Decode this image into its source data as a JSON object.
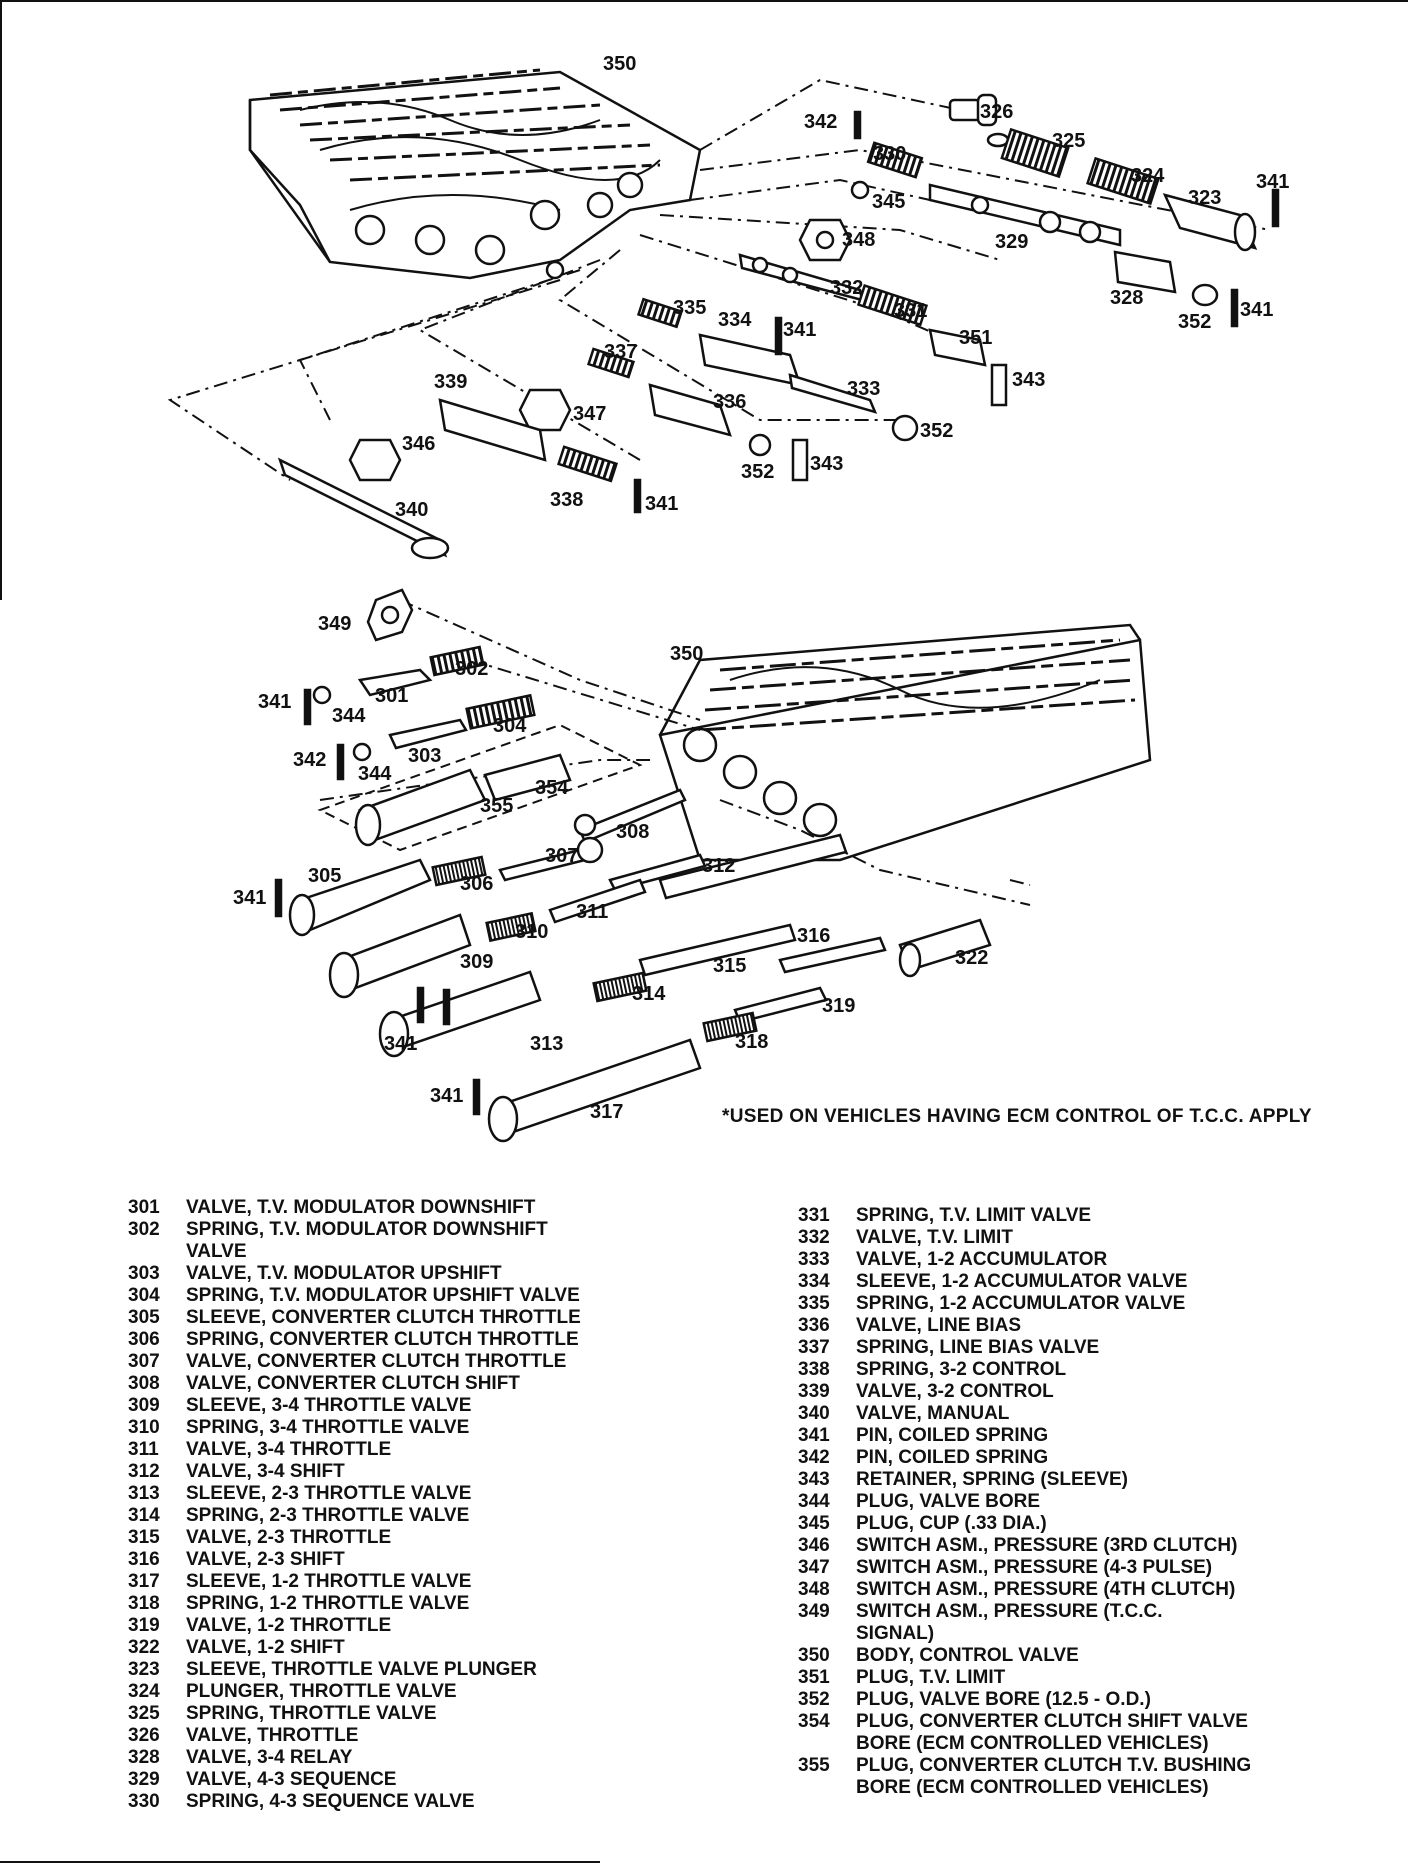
{
  "note": "*USED ON VEHICLES HAVING ECM CONTROL OF T.C.C. APPLY",
  "callouts_upper": {
    "c350": "350",
    "c326": "326",
    "c342": "342",
    "c325": "325",
    "c330": "330",
    "c324": "324",
    "c341a": "341",
    "c323": "323",
    "c345": "345",
    "c348": "348",
    "c329": "329",
    "c332": "332",
    "c328": "328",
    "c352a": "352",
    "c341b": "341",
    "c335": "335",
    "c334": "334",
    "c341c": "341",
    "c331": "331",
    "c351": "351",
    "c337": "337",
    "c343a": "343",
    "c339": "339",
    "c333": "333",
    "c336": "336",
    "c347": "347",
    "c352b": "352",
    "c346": "346",
    "c352c": "352",
    "c343b": "343",
    "c338": "338",
    "c341d": "341",
    "c340": "340"
  },
  "callouts_lower": {
    "c349": "349",
    "c302": "302",
    "c350": "350",
    "c341a": "341",
    "c301": "301",
    "c344a": "344",
    "c304": "304",
    "c342": "342",
    "c303": "303",
    "c344b": "344",
    "c354": "354",
    "c355": "355",
    "c308": "308",
    "c307": "307",
    "c312": "312",
    "c305": "305",
    "c306": "306",
    "c341b": "341",
    "c311": "311",
    "c310": "310",
    "c316": "316",
    "c322": "322",
    "c309": "309",
    "c315": "315",
    "c314": "314",
    "c319": "319",
    "c341c": "341",
    "c313": "313",
    "c318": "318",
    "c341d": "341",
    "c317": "317"
  },
  "legend_left": [
    {
      "num": "301",
      "desc": "VALVE, T.V. MODULATOR DOWNSHIFT"
    },
    {
      "num": "302",
      "desc": "SPRING, T.V. MODULATOR DOWNSHIFT\nVALVE"
    },
    {
      "num": "303",
      "desc": "VALVE, T.V. MODULATOR UPSHIFT"
    },
    {
      "num": "304",
      "desc": "SPRING, T.V. MODULATOR UPSHIFT VALVE"
    },
    {
      "num": "305",
      "desc": "SLEEVE, CONVERTER CLUTCH THROTTLE"
    },
    {
      "num": "306",
      "desc": "SPRING, CONVERTER CLUTCH THROTTLE"
    },
    {
      "num": "307",
      "desc": "VALVE, CONVERTER CLUTCH THROTTLE"
    },
    {
      "num": "308",
      "desc": "VALVE, CONVERTER CLUTCH SHIFT"
    },
    {
      "num": "309",
      "desc": "SLEEVE, 3-4 THROTTLE VALVE"
    },
    {
      "num": "310",
      "desc": "SPRING, 3-4 THROTTLE VALVE"
    },
    {
      "num": "311",
      "desc": "VALVE, 3-4 THROTTLE"
    },
    {
      "num": "312",
      "desc": "VALVE, 3-4 SHIFT"
    },
    {
      "num": "313",
      "desc": "SLEEVE, 2-3 THROTTLE VALVE"
    },
    {
      "num": "314",
      "desc": "SPRING, 2-3 THROTTLE VALVE"
    },
    {
      "num": "315",
      "desc": "VALVE, 2-3 THROTTLE"
    },
    {
      "num": "316",
      "desc": "VALVE, 2-3 SHIFT"
    },
    {
      "num": "317",
      "desc": "SLEEVE, 1-2 THROTTLE VALVE"
    },
    {
      "num": "318",
      "desc": "SPRING, 1-2 THROTTLE VALVE"
    },
    {
      "num": "319",
      "desc": "VALVE, 1-2 THROTTLE"
    },
    {
      "num": "322",
      "desc": "VALVE, 1-2 SHIFT"
    },
    {
      "num": "323",
      "desc": "SLEEVE, THROTTLE VALVE PLUNGER"
    },
    {
      "num": "324",
      "desc": "PLUNGER, THROTTLE VALVE"
    },
    {
      "num": "325",
      "desc": "SPRING, THROTTLE VALVE"
    },
    {
      "num": "326",
      "desc": "VALVE, THROTTLE"
    },
    {
      "num": "328",
      "desc": "VALVE, 3-4 RELAY"
    },
    {
      "num": "329",
      "desc": "VALVE, 4-3 SEQUENCE"
    },
    {
      "num": "330",
      "desc": "SPRING, 4-3 SEQUENCE VALVE"
    }
  ],
  "legend_right": [
    {
      "num": "331",
      "desc": "SPRING, T.V. LIMIT VALVE"
    },
    {
      "num": "332",
      "desc": "VALVE, T.V. LIMIT"
    },
    {
      "num": "333",
      "desc": "VALVE, 1-2 ACCUMULATOR"
    },
    {
      "num": "334",
      "desc": "SLEEVE, 1-2 ACCUMULATOR VALVE"
    },
    {
      "num": "335",
      "desc": "SPRING, 1-2 ACCUMULATOR VALVE"
    },
    {
      "num": "336",
      "desc": "VALVE, LINE BIAS"
    },
    {
      "num": "337",
      "desc": "SPRING, LINE BIAS VALVE"
    },
    {
      "num": "338",
      "desc": "SPRING, 3-2 CONTROL"
    },
    {
      "num": "339",
      "desc": "VALVE, 3-2 CONTROL"
    },
    {
      "num": "340",
      "desc": "VALVE, MANUAL"
    },
    {
      "num": "341",
      "desc": "PIN, COILED SPRING"
    },
    {
      "num": "342",
      "desc": "PIN, COILED SPRING"
    },
    {
      "num": "343",
      "desc": "RETAINER, SPRING (SLEEVE)"
    },
    {
      "num": "344",
      "desc": "PLUG, VALVE BORE"
    },
    {
      "num": "345",
      "desc": "PLUG, CUP (.33 DIA.)"
    },
    {
      "num": "346",
      "desc": "SWITCH ASM., PRESSURE (3RD CLUTCH)"
    },
    {
      "num": "347",
      "desc": "SWITCH ASM., PRESSURE (4-3 PULSE)"
    },
    {
      "num": "348",
      "desc": "SWITCH ASM., PRESSURE (4TH CLUTCH)"
    },
    {
      "num": "349",
      "desc": "SWITCH ASM., PRESSURE (T.C.C.\nSIGNAL)"
    },
    {
      "num": "350",
      "desc": "BODY, CONTROL VALVE"
    },
    {
      "num": "351",
      "desc": "PLUG, T.V. LIMIT"
    },
    {
      "num": "352",
      "desc": "PLUG, VALVE BORE (12.5 - O.D.)"
    },
    {
      "num": "354",
      "desc": "PLUG, CONVERTER CLUTCH SHIFT VALVE\nBORE (ECM CONTROLLED VEHICLES)"
    },
    {
      "num": "355",
      "desc": "PLUG, CONVERTER CLUTCH T.V. BUSHING\nBORE (ECM CONTROLLED VEHICLES)"
    }
  ]
}
